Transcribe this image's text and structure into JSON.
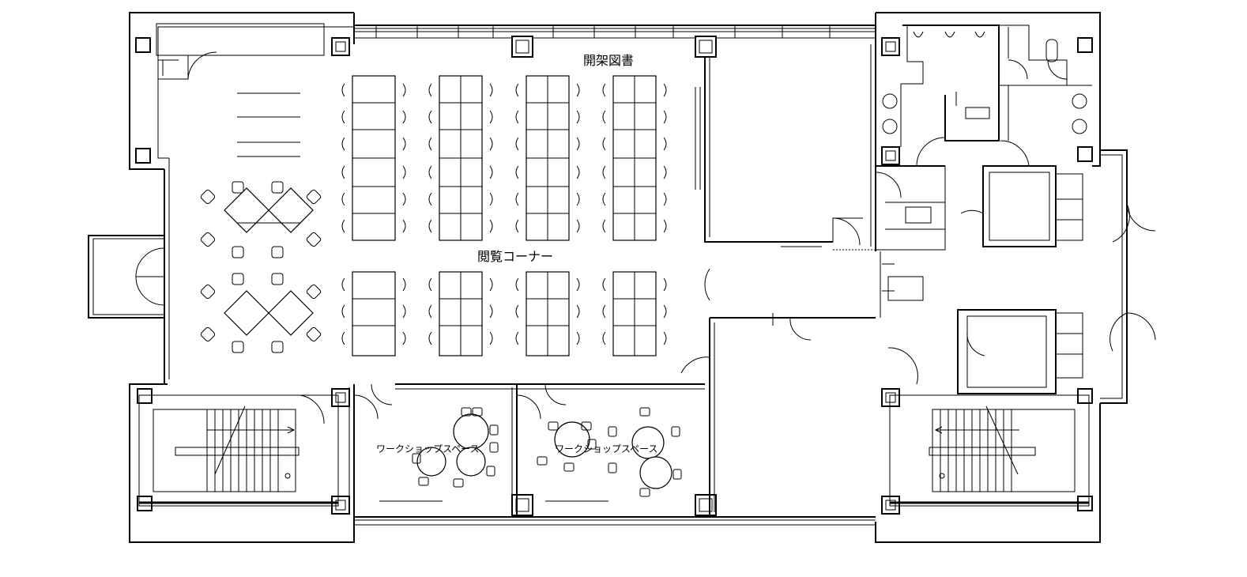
{
  "floor_plan": {
    "rooms": {
      "open_stacks": {
        "label": "開架図書"
      },
      "reading_corner": {
        "label": "閲覧コーナー"
      },
      "workshop_space_1": {
        "label": "ワークショップスペース"
      },
      "workshop_space_2": {
        "label": "ワークショップスペース"
      }
    }
  }
}
